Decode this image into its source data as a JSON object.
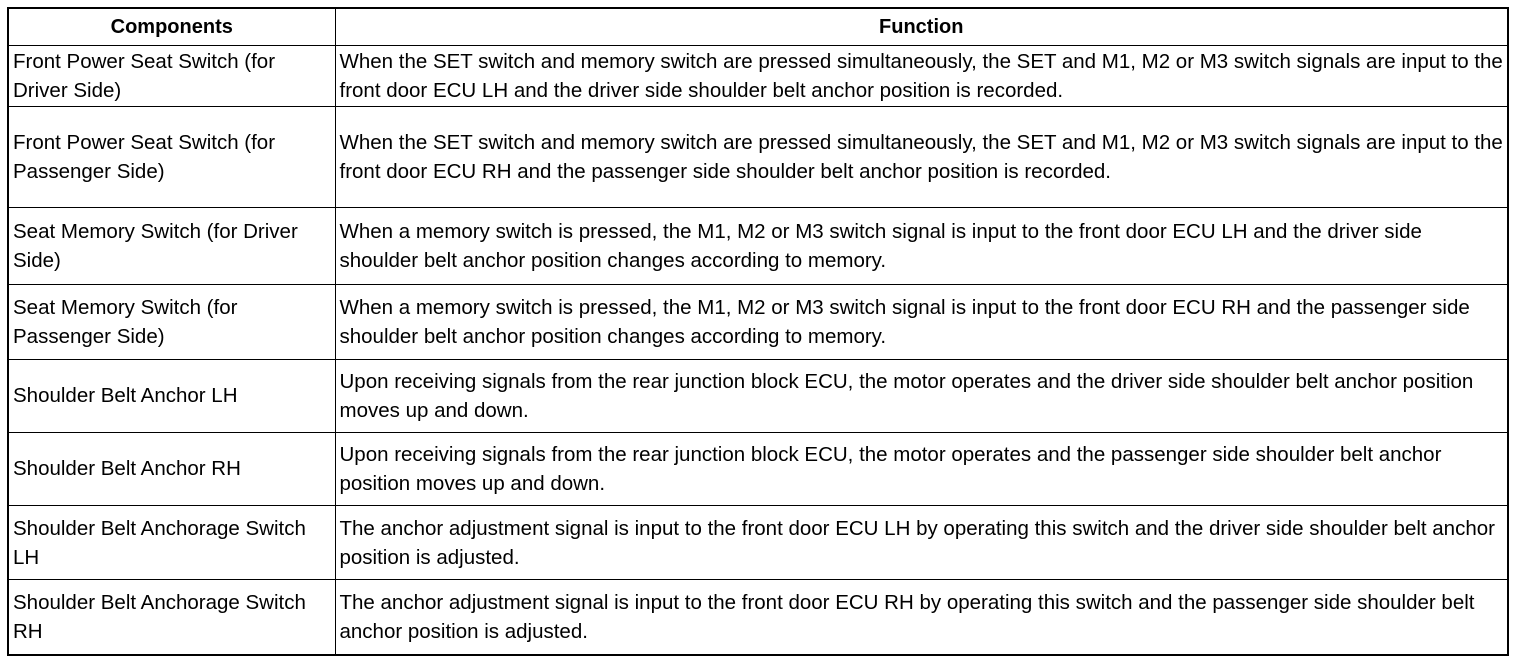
{
  "table": {
    "headers": [
      "Components",
      "Function"
    ],
    "rows": [
      {
        "component": "Front Power Seat Switch (for Driver Side)",
        "function": "When the SET switch and memory switch are pressed simultaneously, the SET and M1, M2 or M3 switch signals are input to the front door ECU LH and the driver side shoulder belt anchor position is recorded."
      },
      {
        "component": "Front Power Seat Switch (for Passenger Side)",
        "function": "When the SET switch and memory switch are pressed simultaneously, the SET and M1, M2 or M3 switch signals are input to the front door ECU RH and the passenger side shoulder belt anchor position is recorded."
      },
      {
        "component": "Seat Memory Switch (for Driver Side)",
        "function": "When a memory switch is pressed, the M1, M2 or M3 switch signal is input to the front door ECU LH and the driver side shoulder belt anchor position changes according to memory."
      },
      {
        "component": "Seat Memory Switch (for Passenger Side)",
        "function": "When a memory switch is pressed, the M1, M2 or M3 switch signal is input to the front door ECU RH and the passenger side shoulder belt anchor position changes according to memory."
      },
      {
        "component": "Shoulder Belt Anchor LH",
        "function": "Upon receiving signals from the rear junction block ECU, the motor operates and the driver side shoulder belt anchor position moves up and down."
      },
      {
        "component": "Shoulder Belt Anchor RH",
        "function": "Upon receiving signals from the rear junction block ECU, the motor operates and the passenger side shoulder belt anchor position moves up and down."
      },
      {
        "component": "Shoulder Belt Anchorage Switch LH",
        "function": "The anchor adjustment signal is input to the front door ECU LH by operating this switch and the driver side shoulder belt anchor position is adjusted."
      },
      {
        "component": "Shoulder Belt Anchorage Switch RH",
        "function": "The anchor adjustment signal is input to the front door ECU RH by operating this switch and the passenger side shoulder belt anchor position is adjusted."
      }
    ]
  }
}
